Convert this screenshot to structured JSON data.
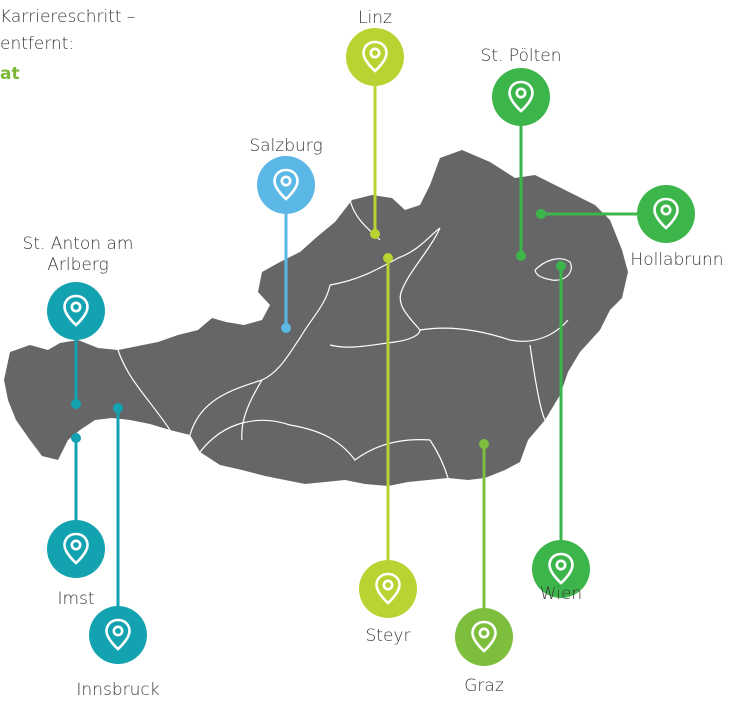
{
  "intro": {
    "line1": "Karriereschritt –",
    "line2": "entfernt:",
    "line3": "at"
  },
  "colors": {
    "map": "#666669",
    "border": "#ffffff",
    "teal": "#13a3b0",
    "lime": "#b8d432",
    "green": "#3cb64a",
    "lightgreen": "#7dbf3d",
    "skyblue": "#5bb8e6",
    "text": "#3a3a3a"
  },
  "locations": [
    {
      "id": "linz",
      "name": "Linz",
      "color": "lime",
      "icon": "map-pin-icon"
    },
    {
      "id": "st-poelten",
      "name": "St. Pölten",
      "color": "green",
      "icon": "map-pin-icon"
    },
    {
      "id": "salzburg",
      "name": "Salzburg",
      "color": "skyblue",
      "icon": "map-pin-icon"
    },
    {
      "id": "hollabrunn",
      "name": "Hollabrunn",
      "color": "green",
      "icon": "map-pin-icon"
    },
    {
      "id": "st-anton",
      "name": "St. Anton am\nArlberg",
      "color": "teal",
      "icon": "map-pin-icon"
    },
    {
      "id": "imst",
      "name": "Imst",
      "color": "teal",
      "icon": "map-pin-icon"
    },
    {
      "id": "innsbruck",
      "name": "Innsbruck",
      "color": "teal",
      "icon": "map-pin-icon"
    },
    {
      "id": "steyr",
      "name": "Steyr",
      "color": "lime",
      "icon": "map-pin-icon"
    },
    {
      "id": "graz",
      "name": "Graz",
      "color": "lightgreen",
      "icon": "map-pin-icon"
    },
    {
      "id": "wien",
      "name": "Wien",
      "color": "green",
      "icon": "map-pin-icon"
    }
  ]
}
